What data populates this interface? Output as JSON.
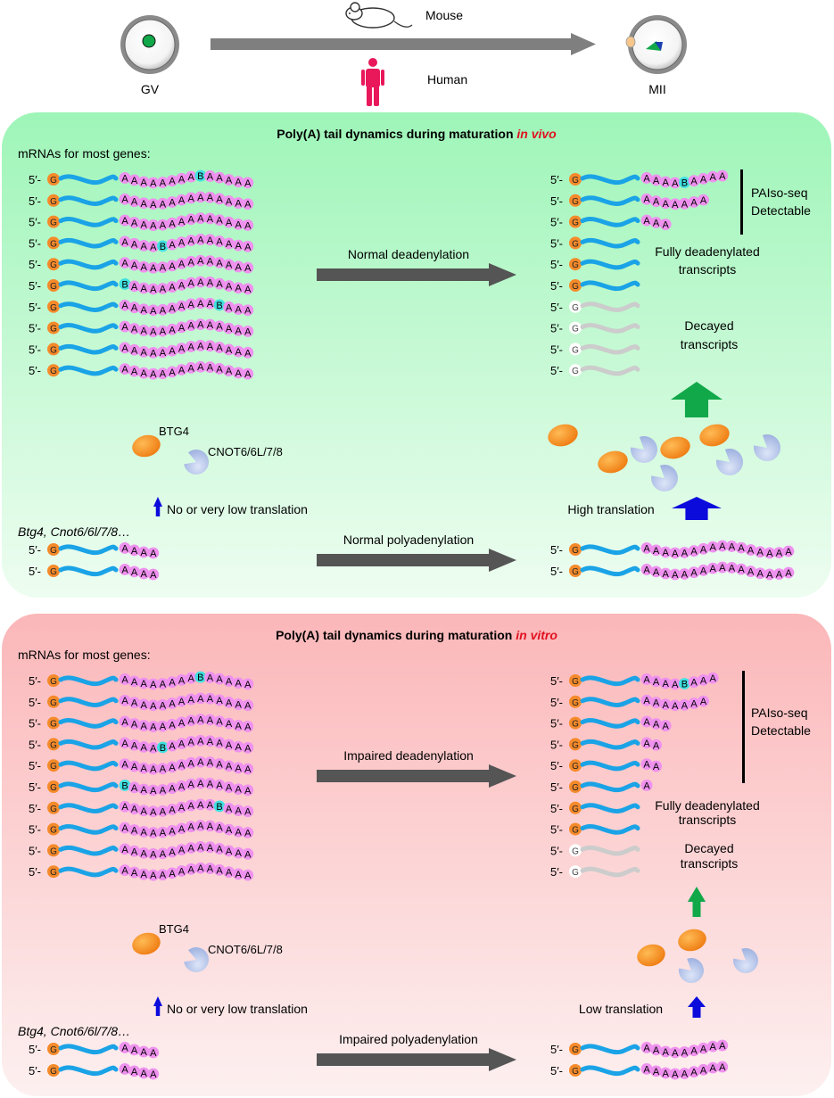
{
  "header": {
    "gv_label": "GV",
    "mii_label": "MII",
    "mouse_label": "Mouse",
    "human_label": "Human"
  },
  "panels": [
    {
      "id": "invivo",
      "title_prefix": "Poly(A) tail dynamics  during maturation ",
      "title_emph": "in vivo",
      "mrna_header": "mRNAs  for most genes:",
      "deadenylation_label": "Normal deadenylation",
      "detectable_line1": "PAIso-seq",
      "detectable_line2": "Detectable",
      "fully_line1": "Fully deadenylated",
      "fully_line2": "transcripts",
      "decayed_line1": "Decayed",
      "decayed_line2": "transcripts",
      "btg4_label": "BTG4",
      "cnot_label": "CNOT6/6L/7/8",
      "low_translation_label": "No or very low translation",
      "genes_label": "Btg4, Cnot6/6l/7/8…",
      "polyadenylation_label": "Normal polyadenylation",
      "translation_right_label": "High translation"
    },
    {
      "id": "invitro",
      "title_prefix": "Poly(A) tail dynamics  during maturation ",
      "title_emph": "in vitro",
      "mrna_header": "mRNAs  for most genes:",
      "deadenylation_label": "Impaired deadenylation",
      "detectable_line1": "PAIso-seq",
      "detectable_line2": "Detectable",
      "fully_line1": "Fully deadenylated",
      "fully_line2": "transcripts",
      "decayed_line1": "Decayed",
      "decayed_line2": "transcripts",
      "btg4_label": "BTG4",
      "cnot_label": "CNOT6/6L/7/8",
      "low_translation_label": "No or very low translation",
      "genes_label": "Btg4, Cnot6/6l/7/8…",
      "polyadenylation_label": "Impaired polyadenylation",
      "translation_right_label": "Low translation"
    }
  ],
  "glyphs": {
    "five_prime": "5′-",
    "cap": "G",
    "a_base": "A",
    "b_base": "B"
  },
  "colors": {
    "invivo_bg_top": "#9ef5b8",
    "invivo_bg_bottom": "#eefdf1",
    "invitro_bg_top": "#fbb7b9",
    "invitro_bg_bottom": "#fdf0f0",
    "mrna_blue": "#1aa3e6",
    "decayed_gray": "#cccccc",
    "a_pink": "#ef91ef",
    "b_cyan": "#40e0e0",
    "cap_orange": "#f58a2a",
    "arrow_gray": "#555555",
    "arrow_green": "#11a84a",
    "arrow_blue": "#0b0bdc",
    "title_red": "#e0101e",
    "human_red": "#e8185a"
  }
}
